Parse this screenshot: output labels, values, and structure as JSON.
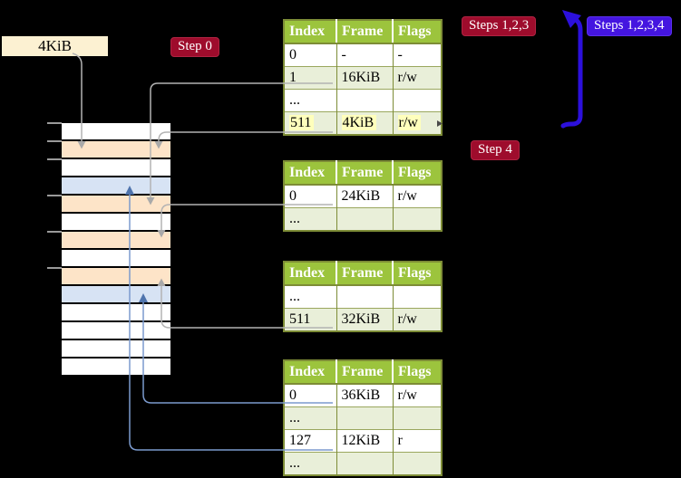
{
  "canvas": {
    "background": "#000000"
  },
  "palette": {
    "table_header_green": "#9cc43d",
    "table_row_green": "#e9efd9",
    "table_border_olive": "#7d8c36",
    "highlight_yellow": "#ffffbc",
    "badge_red": "#9e0c2c",
    "badge_blue": "#4415e0",
    "frame_box_cream": "#fcf1d2",
    "stack_peach": "#fde4c8",
    "stack_blue": "#d7e3f4",
    "stack_white": "#ffffff",
    "connector_gray": "#b3b3b3",
    "connector_blue": "#7b9ace",
    "big_arrow_blue": "#2c10dc"
  },
  "frame_box": {
    "label": "4KiB"
  },
  "badges": {
    "step0": "Step 0",
    "steps123": "Steps 1,2,3",
    "steps1234": "Steps 1,2,3,4",
    "step4": "Step 4"
  },
  "tables": {
    "t1": {
      "headers": [
        "Index",
        "Frame",
        "Flags"
      ],
      "rows": [
        {
          "cells": [
            "0",
            "-",
            "-"
          ],
          "shade": "white",
          "highlighted": false
        },
        {
          "cells": [
            "1",
            "16KiB",
            "r/w"
          ],
          "shade": "green",
          "highlighted": false
        },
        {
          "cells": [
            "...",
            "",
            ""
          ],
          "shade": "white",
          "highlighted": false
        },
        {
          "cells": [
            "511",
            "4KiB",
            "r/w"
          ],
          "shade": "green",
          "highlighted": true
        }
      ]
    },
    "t2": {
      "headers": [
        "Index",
        "Frame",
        "Flags"
      ],
      "rows": [
        {
          "cells": [
            "0",
            "24KiB",
            "r/w"
          ],
          "shade": "white",
          "highlighted": false
        },
        {
          "cells": [
            "...",
            "",
            ""
          ],
          "shade": "green",
          "highlighted": false
        }
      ]
    },
    "t3": {
      "headers": [
        "Index",
        "Frame",
        "Flags"
      ],
      "rows": [
        {
          "cells": [
            "...",
            "",
            ""
          ],
          "shade": "white",
          "highlighted": false
        },
        {
          "cells": [
            "511",
            "32KiB",
            "r/w"
          ],
          "shade": "green",
          "highlighted": false
        }
      ]
    },
    "t4": {
      "headers": [
        "Index",
        "Frame",
        "Flags"
      ],
      "rows": [
        {
          "cells": [
            "0",
            "36KiB",
            "r/w"
          ],
          "shade": "white",
          "highlighted": false
        },
        {
          "cells": [
            "...",
            "",
            ""
          ],
          "shade": "green",
          "highlighted": false
        },
        {
          "cells": [
            "127",
            "12KiB",
            "r"
          ],
          "shade": "white",
          "highlighted": false
        },
        {
          "cells": [
            "...",
            "",
            ""
          ],
          "shade": "green",
          "highlighted": false
        }
      ]
    }
  },
  "memory_stack": {
    "rows": [
      "white",
      "peach",
      "white",
      "blue",
      "peach",
      "white",
      "peach",
      "white",
      "peach",
      "blue",
      "white",
      "white",
      "white",
      "white"
    ]
  },
  "arrows": [
    {
      "from": "frame-box-4KiB",
      "to": "stack-row-2",
      "style": "gray"
    },
    {
      "from": "table1-row-1-16KiB",
      "to": "stack-row-5",
      "style": "gray"
    },
    {
      "from": "table1-row-511-4KiB",
      "to": "stack-row-2",
      "style": "gray"
    },
    {
      "from": "table2-row-0-24KiB",
      "to": "stack-row-7",
      "style": "gray"
    },
    {
      "from": "table3-row-511-32KiB",
      "to": "stack-row-9",
      "style": "gray"
    },
    {
      "from": "table4-row-0-36KiB",
      "to": "stack-row-10",
      "style": "blue"
    },
    {
      "from": "table4-row-127-12KiB",
      "to": "stack-row-4",
      "style": "blue"
    },
    {
      "from": "bottom-of-step4",
      "to": "steps-123-badge",
      "style": "big-blue-loop"
    }
  ]
}
